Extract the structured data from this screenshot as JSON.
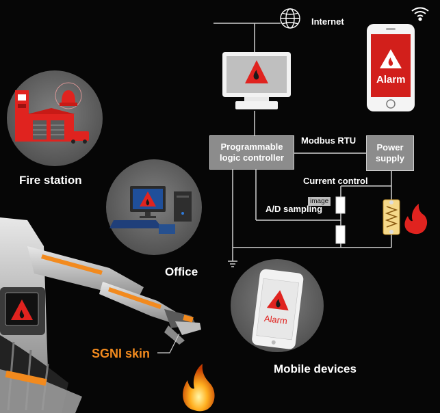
{
  "labels": {
    "internet": "Internet",
    "plc_line1": "Programmable",
    "plc_line2": "logic controller",
    "modbus": "Modbus RTU",
    "power_line1": "Power",
    "power_line2": "supply",
    "current_control": "Current control",
    "ad_sampling": "A/D sampling",
    "image_tag": "image",
    "fire_station": "Fire station",
    "office": "Office",
    "mobile_devices": "Mobile devices",
    "sgni_skin": "SGNI skin",
    "alarm_phone": "Alarm",
    "alarm_mobile": "Alarm"
  },
  "colors": {
    "background": "#060606",
    "wire": "#cfcfcf",
    "box": "#8c8c8c",
    "alarm_red": "#e0231f",
    "accent_orange": "#f28a1e",
    "circle": "#6b6b6b"
  },
  "icons": [
    "globe-icon",
    "wifi-icon",
    "alarm-warning-icon",
    "fire-icon",
    "resistor-icon",
    "heater-coil-icon",
    "ground-icon"
  ]
}
